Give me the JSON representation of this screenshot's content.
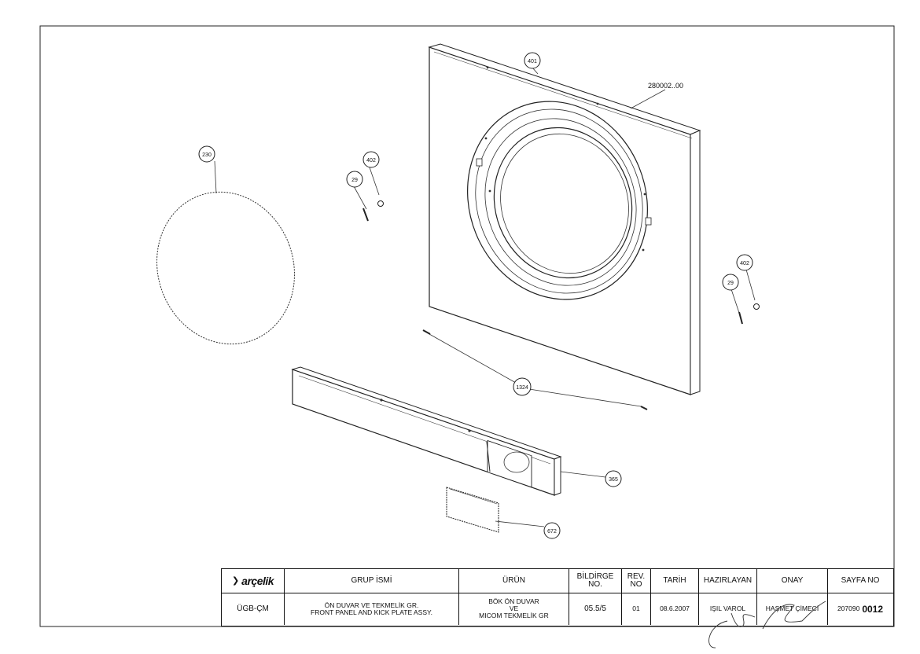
{
  "drawing": {
    "part_code": "280002..00",
    "callouts": {
      "c230": "230",
      "c401": "401",
      "c402_left": "402",
      "c29_left": "29",
      "c402_right": "402",
      "c29_right": "29",
      "c1324": "1324",
      "c365": "365",
      "c672": "672"
    }
  },
  "title_block": {
    "logo_text": "arçelik",
    "headers": {
      "grup_ismi": "GRUP İSMİ",
      "urun": "ÜRÜN",
      "bildirge_no_1": "BİLDİRGE",
      "bildirge_no_2": "NO.",
      "rev_no_1": "REV.",
      "rev_no_2": "NO",
      "tarih": "TARİH",
      "hazirlayan": "HAZIRLAYAN",
      "onay": "ONAY",
      "sayfa_no": "SAYFA NO"
    },
    "values": {
      "code": "ÜGB-ÇM",
      "grup_ismi_1": "ÖN DUVAR VE TEKMELİK GR.",
      "grup_ismi_2": "FRONT PANEL AND KICK PLATE ASSY.",
      "urun_1": "BÖK ÖN DUVAR",
      "urun_2": "VE",
      "urun_3": "MICOM TEKMELİK GR",
      "bildirge_no": "05.5/5",
      "rev_no": "01",
      "tarih": "08.6.2007",
      "hazirlayan": "IŞIL VAROL",
      "onay": "HAŞMET ÇİMECİ",
      "sayfa_prefix": "207090",
      "sayfa_no": "0012"
    }
  }
}
